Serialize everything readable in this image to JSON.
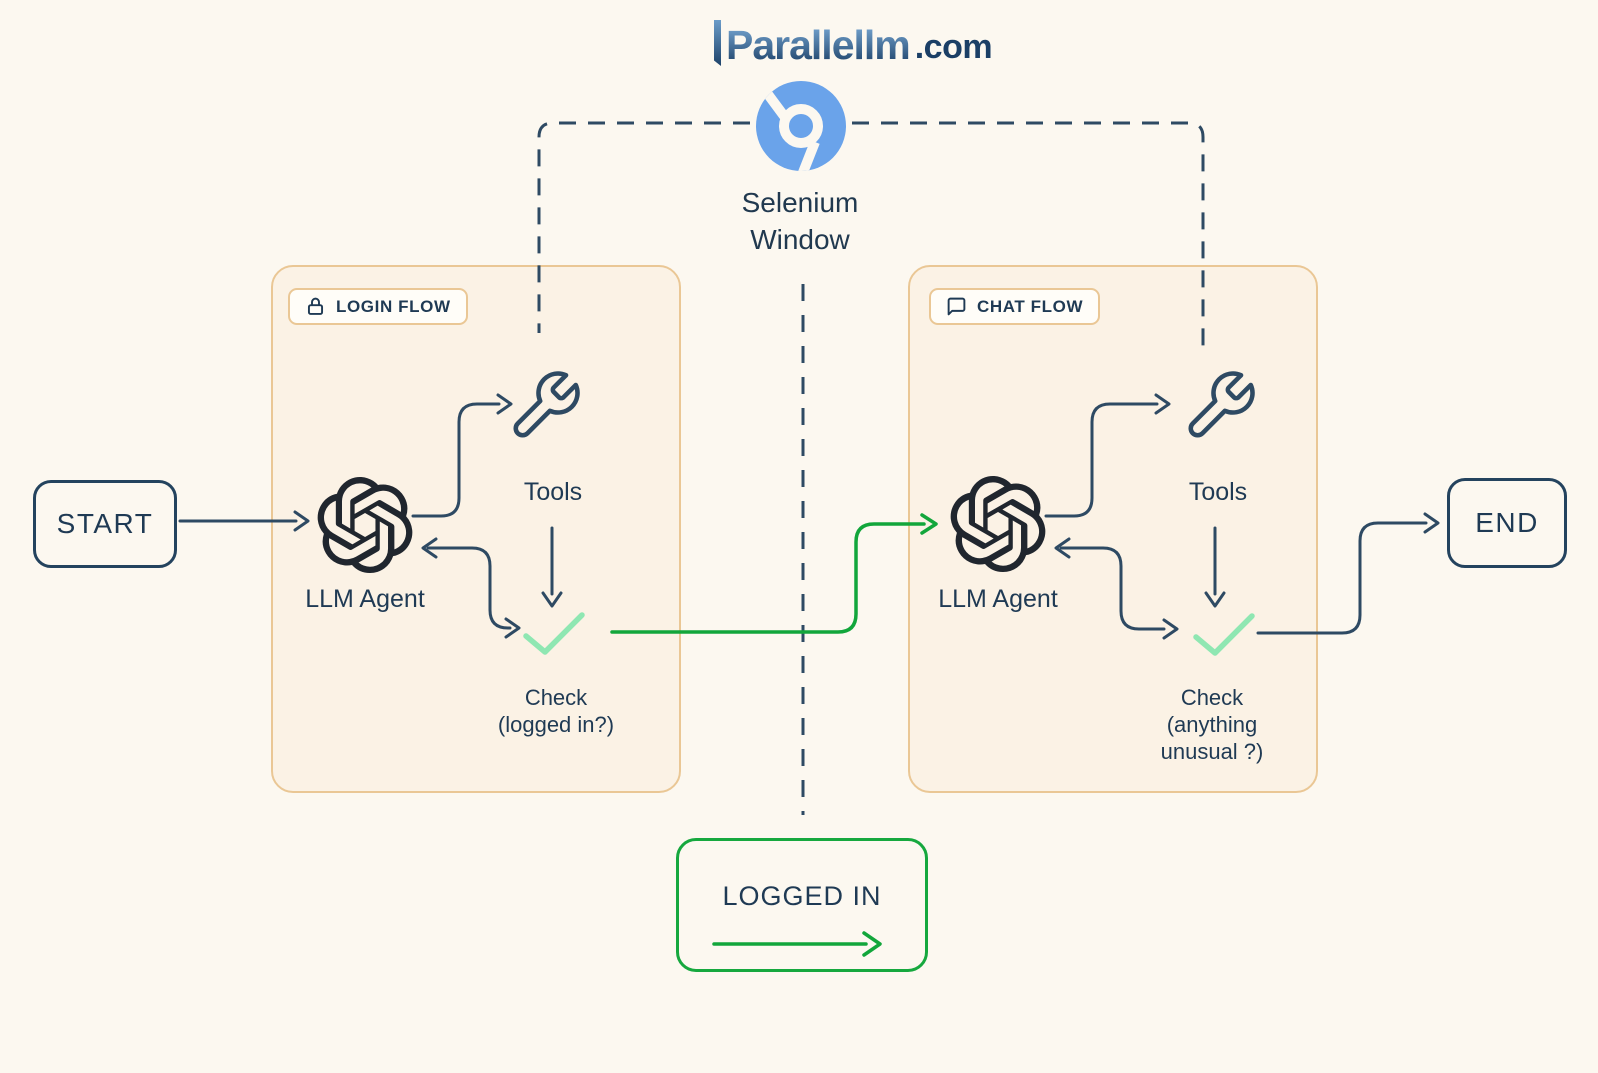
{
  "brand": {
    "name": "Parallellm",
    "tld": ".com"
  },
  "selenium": {
    "label": "Selenium\nWindow"
  },
  "nodes": {
    "start": "START",
    "end": "END",
    "logged_in": "LOGGED IN"
  },
  "login_flow": {
    "badge": "LOGIN FLOW",
    "agent": "LLM Agent",
    "tools": "Tools",
    "check": "Check\n(logged in?)"
  },
  "chat_flow": {
    "badge": "CHAT FLOW",
    "agent": "LLM Agent",
    "tools": "Tools",
    "check": "Check\n(anything\nunusual ?)"
  },
  "colors": {
    "background": "#fcf8f0",
    "navy_text": "#1f3a54",
    "arrow_navy": "#2e4a63",
    "box_border": "#eac795",
    "box_fill": "#fbf2e5",
    "badge_fill": "#fffdf8",
    "green": "#12a63b",
    "mint_check": "#8fe7b2",
    "chrome_blue": "#6aa3ea",
    "logo_blue_dark": "#1b3f66",
    "openai_mark": "#20262e"
  }
}
